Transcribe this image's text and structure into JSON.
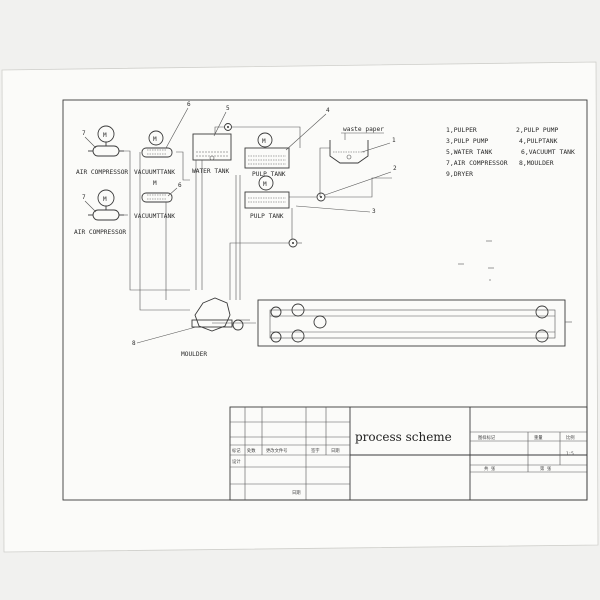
{
  "diagram": {
    "labels": {
      "air_compressor_1": "AIR COMPRESSOR",
      "air_compressor_2": "AIR COMPRESSOR",
      "vacuum_tank_1": "VACUUMTTANK",
      "vacuum_tank_2": "VACUUMTTANK",
      "water_tank": "WATER TANK",
      "pulp_tank_1": "PULP TANK",
      "pulp_tank_2": "PULP TANK",
      "waste_paper": "waste paper",
      "moulder": "MOULDER",
      "motor": "M"
    },
    "callouts": {
      "n1": "1",
      "n2": "2",
      "n3": "3",
      "n4": "4",
      "n5": "5",
      "n6a": "6",
      "n6b": "6",
      "n7a": "7",
      "n7b": "7",
      "n8": "8"
    },
    "legend": [
      "1,PULPER",
      "2,PULP PUMP",
      "3,PULP PUMP",
      "4,PULPTANK",
      "5,WATER TANK",
      "6,VACUUMT TANK",
      "7,AIR COMPRESSOR",
      "8,MOULDER",
      "9,DRYER"
    ]
  },
  "title_block": {
    "title": "process scheme",
    "scale": "1:5",
    "left_headers": [
      "标记",
      "处数",
      "更改文件号",
      "签字",
      "日期"
    ],
    "left_row2": "设计",
    "left_row3": "日期",
    "right_headers": [
      "图样标记",
      "重量",
      "比例"
    ],
    "right_row2": [
      "共 张",
      "第 张"
    ]
  }
}
